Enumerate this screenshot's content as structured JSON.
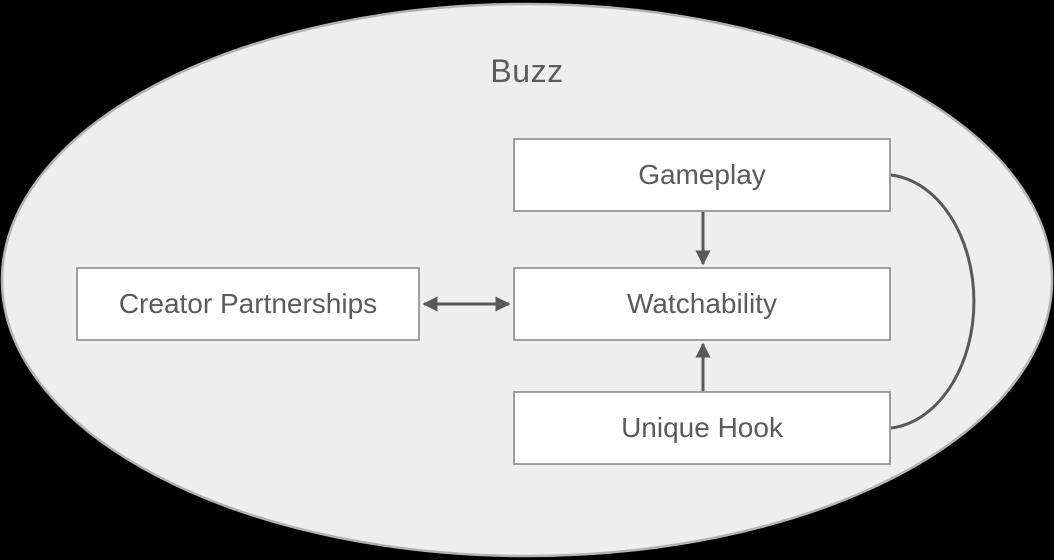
{
  "diagram": {
    "title": "Buzz",
    "container": {
      "shape": "ellipse",
      "label": "Buzz"
    },
    "nodes": [
      {
        "id": "gameplay",
        "label": "Gameplay"
      },
      {
        "id": "creator-partnerships",
        "label": "Creator Partnerships"
      },
      {
        "id": "watchability",
        "label": "Watchability"
      },
      {
        "id": "unique-hook",
        "label": "Unique Hook"
      }
    ],
    "edges": [
      {
        "from": "Gameplay",
        "to": "Watchability",
        "style": "arrow-down"
      },
      {
        "from": "Unique Hook",
        "to": "Watchability",
        "style": "arrow-up"
      },
      {
        "from": "Creator Partnerships",
        "to": "Watchability",
        "style": "double-arrow"
      },
      {
        "from": "Gameplay",
        "to": "Unique Hook",
        "style": "curved-line-no-arrow"
      }
    ],
    "colors": {
      "canvas_background": "#000000",
      "ellipse_fill": "#eeeeee",
      "ellipse_border": "#b3b3b3",
      "node_fill": "#ffffff",
      "node_border": "#9e9e9e",
      "text": "#5b5b5b",
      "arrow": "#595959"
    }
  }
}
